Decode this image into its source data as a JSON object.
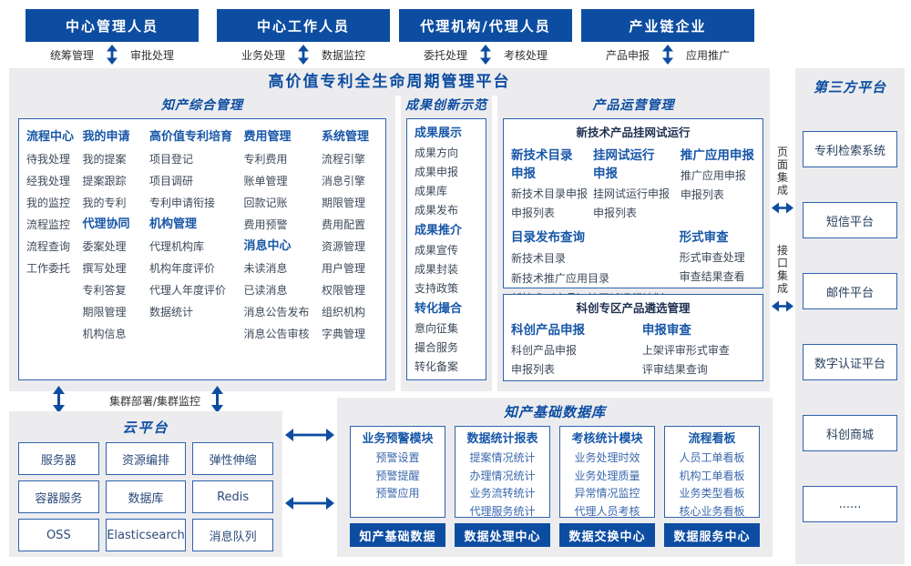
{
  "actors": [
    {
      "title": "中心管理人员",
      "left": "统筹管理",
      "right": "审批处理"
    },
    {
      "title": "中心工作人员",
      "left": "业务处理",
      "right": "数据监控"
    },
    {
      "title": "代理机构/代理人员",
      "left": "委托处理",
      "right": "考核处理"
    },
    {
      "title": "产业链企业",
      "left": "产品申报",
      "right": "应用推广"
    }
  ],
  "platform_title": "高价值专利全生命周期管理平台",
  "ip_management": {
    "title": "知产综合管理",
    "columns": [
      {
        "groups": [
          {
            "title": "流程中心",
            "items": [
              "待我处理",
              "经我处理",
              "我的监控",
              "流程监控",
              "流程查询",
              "工作委托"
            ]
          }
        ]
      },
      {
        "groups": [
          {
            "title": "我的申请",
            "items": [
              "我的提案",
              "提案跟踪",
              "我的专利"
            ]
          },
          {
            "title": "代理协同",
            "items": [
              "委案处理",
              "撰写处理",
              "专利答复",
              "期限管理",
              "机构信息"
            ]
          }
        ]
      },
      {
        "groups": [
          {
            "title": "高价值专利培育",
            "items": [
              "项目登记",
              "项目调研",
              "专利申请衔接"
            ]
          },
          {
            "title": "机构管理",
            "items": [
              "代理机构库",
              "机构年度评价",
              "代理人年度评价",
              "数据统计"
            ]
          }
        ]
      },
      {
        "groups": [
          {
            "title": "费用管理",
            "items": [
              "专利费用",
              "账单管理",
              "回款记账",
              "费用预警"
            ]
          },
          {
            "title": "消息中心",
            "items": [
              "未读消息",
              "已读消息",
              "消息公告发布",
              "消息公告审核"
            ]
          }
        ]
      },
      {
        "groups": [
          {
            "title": "系统管理",
            "items": [
              "流程引擎",
              "消息引擎",
              "期限管理",
              "费用配置",
              "资源管理",
              "用户管理",
              "权限管理",
              "组织机构",
              "字典管理"
            ]
          }
        ]
      }
    ]
  },
  "achievements": {
    "title": "成果创新示范",
    "groups": [
      {
        "title": "成果展示",
        "items": [
          "成果方向",
          "成果申报",
          "成果库",
          "成果发布"
        ]
      },
      {
        "title": "成果推介",
        "items": [
          "成果宣传",
          "成果封装",
          "支持政策"
        ]
      },
      {
        "title": "转化撮合",
        "items": [
          "意向征集",
          "撮合服务",
          "转化备案"
        ]
      }
    ]
  },
  "product_ops": {
    "title": "产品运营管理",
    "trial": {
      "title": "新技术产品挂网试运行",
      "groups_top": [
        {
          "title": "新技术目录\n申报",
          "items": [
            "新技术目录申报",
            "申报列表"
          ]
        },
        {
          "title": "挂网试运行\n申报",
          "items": [
            "挂网试运行申报",
            "申报列表"
          ]
        },
        {
          "title": "推广应用申报",
          "items": [
            "推广应用申报",
            "申报列表"
          ]
        }
      ],
      "catalog": {
        "title": "目录发布查询",
        "row1": [
          "新技术目录",
          "新技术推广应用目录"
        ],
        "row2": [
          "新技术（产品）挂网试运行计划"
        ]
      },
      "review": {
        "title": "形式审查",
        "items": [
          "形式审查处理",
          "审查结果查看"
        ]
      }
    },
    "selection": {
      "title": "科创专区产品遴选管理",
      "groups": [
        {
          "title": "科创产品申报",
          "items": [
            "科创产品申报",
            "申报列表"
          ]
        },
        {
          "title": "申报审查",
          "items": [
            "上架评审形式审查",
            "评审结果查询"
          ]
        }
      ]
    }
  },
  "third_party": {
    "title": "第三方平台",
    "items": [
      "专利检索系统",
      "短信平台",
      "邮件平台",
      "数字认证平台",
      "科创商城",
      "......"
    ]
  },
  "integrations": {
    "page": "页面集成",
    "api": "接口集成"
  },
  "cluster_label": "集群部署/集群监控",
  "cloud": {
    "title": "云平台",
    "items": [
      "服务器",
      "资源编排",
      "弹性伸缩",
      "容器服务",
      "数据库",
      "Redis",
      "OSS",
      "Elasticsearch",
      "消息队列"
    ]
  },
  "data_base": {
    "title": "知产基础数据库",
    "columns": [
      {
        "title": "业务预警模块",
        "items": [
          "预警设置",
          "预警提醒",
          "预警应用"
        ],
        "footer": "知产基础数据"
      },
      {
        "title": "数据统计报表",
        "items": [
          "提案情况统计",
          "办理情况统计",
          "业务流转统计",
          "代理服务统计"
        ],
        "footer": "数据处理中心"
      },
      {
        "title": "考核统计模块",
        "items": [
          "业务处理时效",
          "业务处理质量",
          "异常情况监控",
          "代理人员考核"
        ],
        "footer": "数据交换中心"
      },
      {
        "title": "流程看板",
        "items": [
          "人员工单看板",
          "机构工单看板",
          "业务类型看板",
          "核心业务看板"
        ],
        "footer": "数据服务中心"
      }
    ]
  },
  "colors": {
    "primary": "#0d4da1",
    "box_border": "#2e63ad",
    "panel_gray": "#ececef",
    "group_title": "#1857a8",
    "item_text": "#3e4a5a",
    "db_item": "#3a68ad"
  }
}
